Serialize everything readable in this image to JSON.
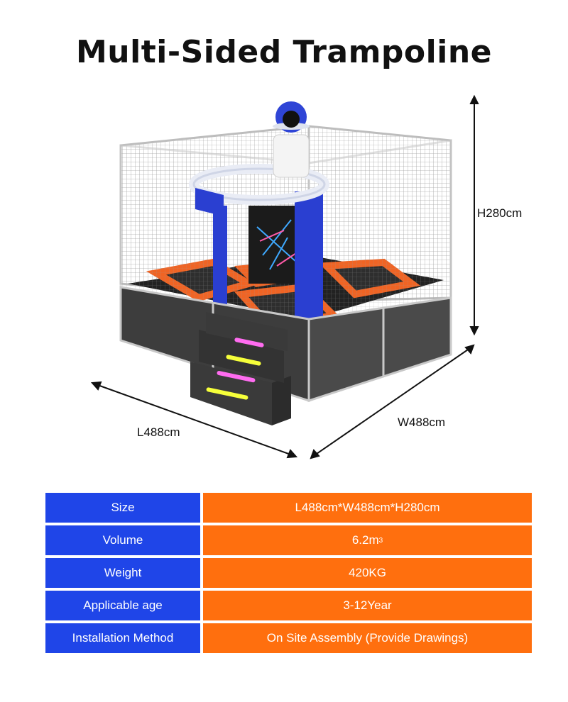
{
  "title": "Multi-Sided Trampoline",
  "dimensions": {
    "height": "H280cm",
    "length": "L488cm",
    "width": "W488cm"
  },
  "specs": [
    {
      "label": "Size",
      "value": "L488cm*W488cm*H280cm"
    },
    {
      "label": "Volume",
      "value": "6.2m",
      "sup": "3"
    },
    {
      "label": "Weight",
      "value": "420KG"
    },
    {
      "label": "Applicable age",
      "value": "3-12Year"
    },
    {
      "label": "Installation Method",
      "value": "On Site Assembly (Provide Drawings)"
    }
  ],
  "colors": {
    "label_bg": "#1f45e8",
    "value_bg": "#ff6f0e",
    "pad_orange": "#f06424",
    "frame_gray": "#4a4a4a"
  }
}
